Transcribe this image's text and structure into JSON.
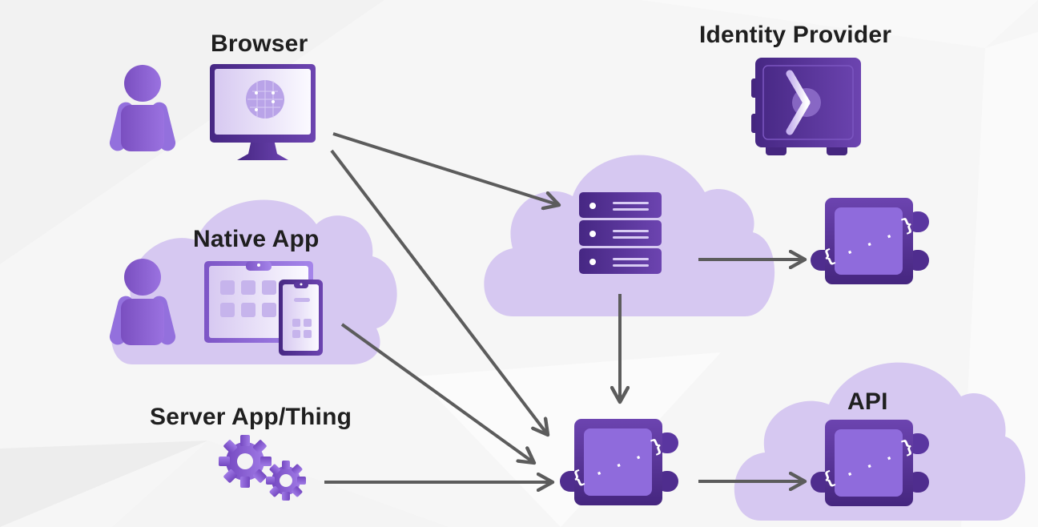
{
  "diagram": {
    "type": "architecture-flow",
    "colors": {
      "background": "#f6f6f6",
      "cloud": "#d6c8f1",
      "purple_dark": "#4a2c8a",
      "purple_mid": "#6a43b3",
      "purple_light": "#8f6bdc",
      "arrow": "#5c5c5c",
      "text": "#1f1f1f"
    },
    "nodes": [
      {
        "id": "browser",
        "label": "Browser",
        "icon": "monitor-globe-icon",
        "with_user": true
      },
      {
        "id": "native-app",
        "label": "Native App",
        "icon": "tablet-phone-icon",
        "with_user": true,
        "in_cloud": true
      },
      {
        "id": "server-app",
        "label": "Server App/Thing",
        "icon": "gears-icon"
      },
      {
        "id": "identity-provider",
        "label": "Identity Provider",
        "icon": "vault-safe-icon"
      },
      {
        "id": "auth-server",
        "label": "",
        "icon": "server-stack-icon",
        "in_cloud": true
      },
      {
        "id": "idp-api",
        "label": "",
        "icon": "api-plugin-icon"
      },
      {
        "id": "gateway-api",
        "label": "",
        "icon": "api-plugin-icon"
      },
      {
        "id": "api",
        "label": "API",
        "icon": "api-plugin-icon",
        "in_cloud": true
      }
    ],
    "edges": [
      {
        "from": "browser",
        "to": "auth-server"
      },
      {
        "from": "browser",
        "to": "gateway-api"
      },
      {
        "from": "native-app",
        "to": "gateway-api"
      },
      {
        "from": "server-app",
        "to": "gateway-api"
      },
      {
        "from": "auth-server",
        "to": "idp-api"
      },
      {
        "from": "auth-server",
        "to": "gateway-api"
      },
      {
        "from": "gateway-api",
        "to": "api"
      }
    ],
    "api_glyph": "{ . . . }"
  }
}
